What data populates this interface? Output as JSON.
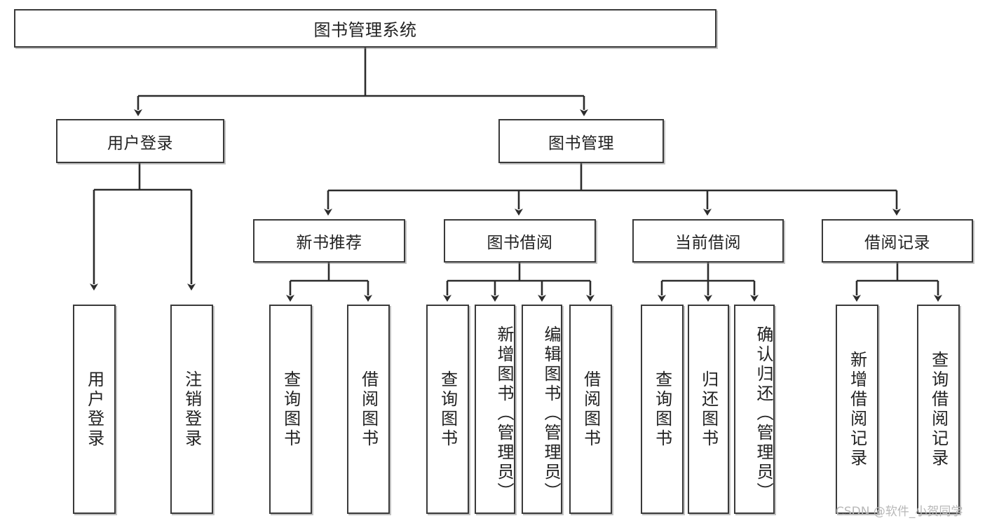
{
  "diagram": {
    "title": "图书管理系统",
    "type": "tree-hierarchy",
    "root": {
      "label": "图书管理系统"
    },
    "level2": [
      {
        "label": "用户登录"
      },
      {
        "label": "图书管理"
      }
    ],
    "level3": [
      {
        "label": "新书推荐"
      },
      {
        "label": "图书借阅"
      },
      {
        "label": "当前借阅"
      },
      {
        "label": "借阅记录"
      }
    ],
    "leaves": {
      "user_login": [
        {
          "label": "用户登录"
        },
        {
          "label": "注销登录"
        }
      ],
      "new_book_recommend": [
        {
          "label": "查询图书"
        },
        {
          "label": "借阅图书"
        }
      ],
      "book_borrow": [
        {
          "label": "查询图书"
        },
        {
          "label": "新增图书（管理员）"
        },
        {
          "label": "编辑图书（管理员）"
        },
        {
          "label": "借阅图书"
        }
      ],
      "current_borrow": [
        {
          "label": "查询图书"
        },
        {
          "label": "归还图书"
        },
        {
          "label": "确认归还（管理员）"
        }
      ],
      "borrow_record": [
        {
          "label": "新增借阅记录"
        },
        {
          "label": "查询借阅记录"
        }
      ]
    },
    "watermark": "CSDN @软件_小贺同学",
    "colors": {
      "stroke": "#3a3a3a",
      "fill": "#ffffff",
      "text": "#222222",
      "watermark": "#b8b8b8"
    }
  }
}
